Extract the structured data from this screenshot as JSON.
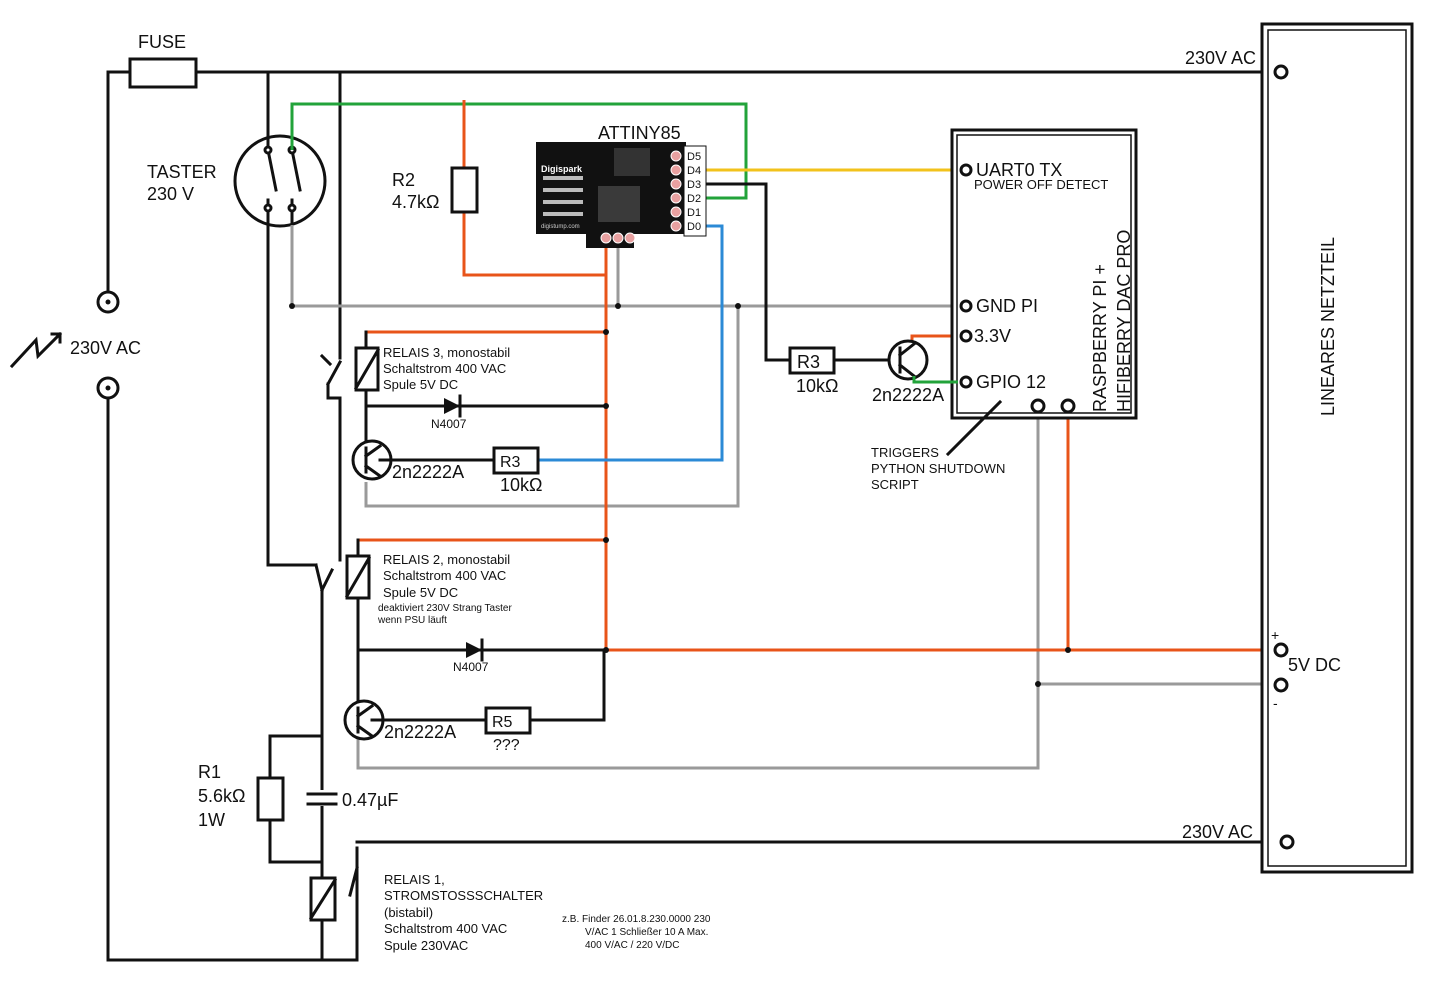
{
  "colors": {
    "wire_black": "#111111",
    "wire_orange": "#e8541a",
    "wire_gray": "#9a9a9a",
    "wire_green": "#22a33a",
    "wire_yellow": "#f2c21b",
    "wire_blue": "#2b8ad6"
  },
  "labels": {
    "fuse": "FUSE",
    "taster_1": "TASTER",
    "taster_2": "230 V",
    "ac_source": "230V AC",
    "r2_name": "R2",
    "r2_value": "4.7kΩ",
    "attiny": "ATTINY85",
    "digispark_brand": "Digispark",
    "digispark_url": "digistump.com",
    "pin_d5": "D5",
    "pin_d4": "D4",
    "pin_d3": "D3",
    "pin_d2": "D2",
    "pin_d1": "D1",
    "pin_d0": "D0",
    "ac_top": "230V AC",
    "ac_bottom": "230V AC",
    "psu": "LINEARES NETZTEIL",
    "dc_out": "5V DC",
    "dc_plus": "+",
    "dc_minus": "-",
    "pi_uart": "UART0 TX",
    "pi_uart_sub": "POWER OFF DETECT",
    "pi_gnd": "GND PI",
    "pi_33v": "3.3V",
    "pi_gpio": "GPIO 12",
    "pi_name_1": "RASPBERRY PI +",
    "pi_name_2": "HIFIBERRY DAC PRO",
    "r3_top_name": "R3",
    "r3_top_value": "10kΩ",
    "q_pi": "2n2222A",
    "trig_1": "TRIGGERS",
    "trig_2": "PYTHON SHUTDOWN",
    "trig_3": "SCRIPT",
    "relais3_1": "RELAIS 3, monostabil",
    "relais3_2": "Schaltstrom 400 VAC",
    "relais3_3": "Spule 5V DC",
    "diode_r3": "N4007",
    "q_r3": "2n2222A",
    "r3_name": "R3",
    "r3_value": "10kΩ",
    "relais2_1": "RELAIS 2, monostabil",
    "relais2_2": "Schaltstrom 400 VAC",
    "relais2_3": "Spule 5V DC",
    "relais2_note_1": "deaktiviert 230V Strang Taster",
    "relais2_note_2": "wenn PSU läuft",
    "diode_r2": "N4007",
    "q_r2": "2n2222A",
    "r5_name": "R5",
    "r5_value": "???",
    "r1_name": "R1",
    "r1_value": "5.6kΩ",
    "r1_power": "1W",
    "cap_value": "0.47µF",
    "relais1_1": "RELAIS 1,",
    "relais1_2": "STROMSTOSSSCHALTER",
    "relais1_3": "(bistabil)",
    "relais1_4": "Schaltstrom 400 VAC",
    "relais1_5": "Spule 230VAC",
    "finder_1": "z.B. Finder 26.01.8.230.0000 230",
    "finder_2": "V/AC 1 Schließer 10 A Max.",
    "finder_3": "400 V/AC / 220 V/DC"
  }
}
